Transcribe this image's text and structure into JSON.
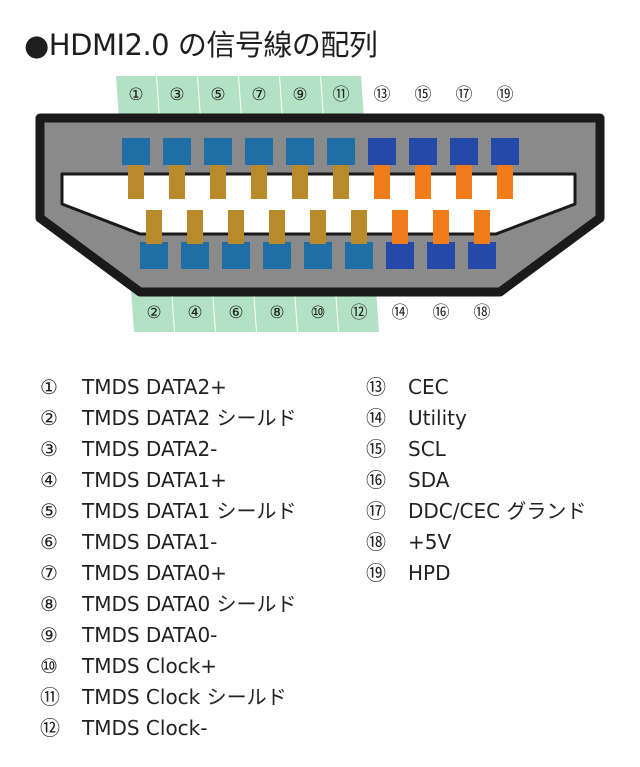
{
  "title": "●HDMI2.0 の信号線の配列",
  "colors": {
    "connector_body": "#8a8a8a",
    "connector_outline": "#1a1a1a",
    "shell_inner": "#ffffff",
    "pad_blue_light": "#1f6fa6",
    "pad_blue_dark": "#2449a8",
    "contact_tan": "#b88a2a",
    "contact_orange": "#f07d1a",
    "highlight_green": "#a6dcb8"
  },
  "pins_top": [
    {
      "num": "①",
      "pin": 1
    },
    {
      "num": "③",
      "pin": 3
    },
    {
      "num": "⑤",
      "pin": 5
    },
    {
      "num": "⑦",
      "pin": 7
    },
    {
      "num": "⑨",
      "pin": 9
    },
    {
      "num": "⑪",
      "pin": 11
    },
    {
      "num": "⑬",
      "pin": 13
    },
    {
      "num": "⑮",
      "pin": 15
    },
    {
      "num": "⑰",
      "pin": 17
    },
    {
      "num": "⑲",
      "pin": 19
    }
  ],
  "pins_bottom": [
    {
      "num": "②",
      "pin": 2
    },
    {
      "num": "④",
      "pin": 4
    },
    {
      "num": "⑥",
      "pin": 6
    },
    {
      "num": "⑧",
      "pin": 8
    },
    {
      "num": "⑩",
      "pin": 10
    },
    {
      "num": "⑫",
      "pin": 12
    },
    {
      "num": "⑭",
      "pin": 14
    },
    {
      "num": "⑯",
      "pin": 16
    },
    {
      "num": "⑱",
      "pin": 18
    }
  ],
  "legend": [
    {
      "num": "①",
      "label": "TMDS DATA2+"
    },
    {
      "num": "②",
      "label": "TMDS DATA2 シールド"
    },
    {
      "num": "③",
      "label": "TMDS DATA2-"
    },
    {
      "num": "④",
      "label": "TMDS DATA1+"
    },
    {
      "num": "⑤",
      "label": "TMDS DATA1 シールド"
    },
    {
      "num": "⑥",
      "label": "TMDS DATA1-"
    },
    {
      "num": "⑦",
      "label": "TMDS DATA0+"
    },
    {
      "num": "⑧",
      "label": "TMDS DATA0 シールド"
    },
    {
      "num": "⑨",
      "label": "TMDS DATA0-"
    },
    {
      "num": "⑩",
      "label": "TMDS Clock+"
    },
    {
      "num": "⑪",
      "label": "TMDS Clock シールド"
    },
    {
      "num": "⑫",
      "label": "TMDS Clock-"
    },
    {
      "num": "⑬",
      "label": "CEC"
    },
    {
      "num": "⑭",
      "label": "Utility"
    },
    {
      "num": "⑮",
      "label": "SCL"
    },
    {
      "num": "⑯",
      "label": "SDA"
    },
    {
      "num": "⑰",
      "label": "DDC/CEC グランド"
    },
    {
      "num": "⑱",
      "label": "+5V"
    },
    {
      "num": "⑲",
      "label": "HPD"
    }
  ]
}
